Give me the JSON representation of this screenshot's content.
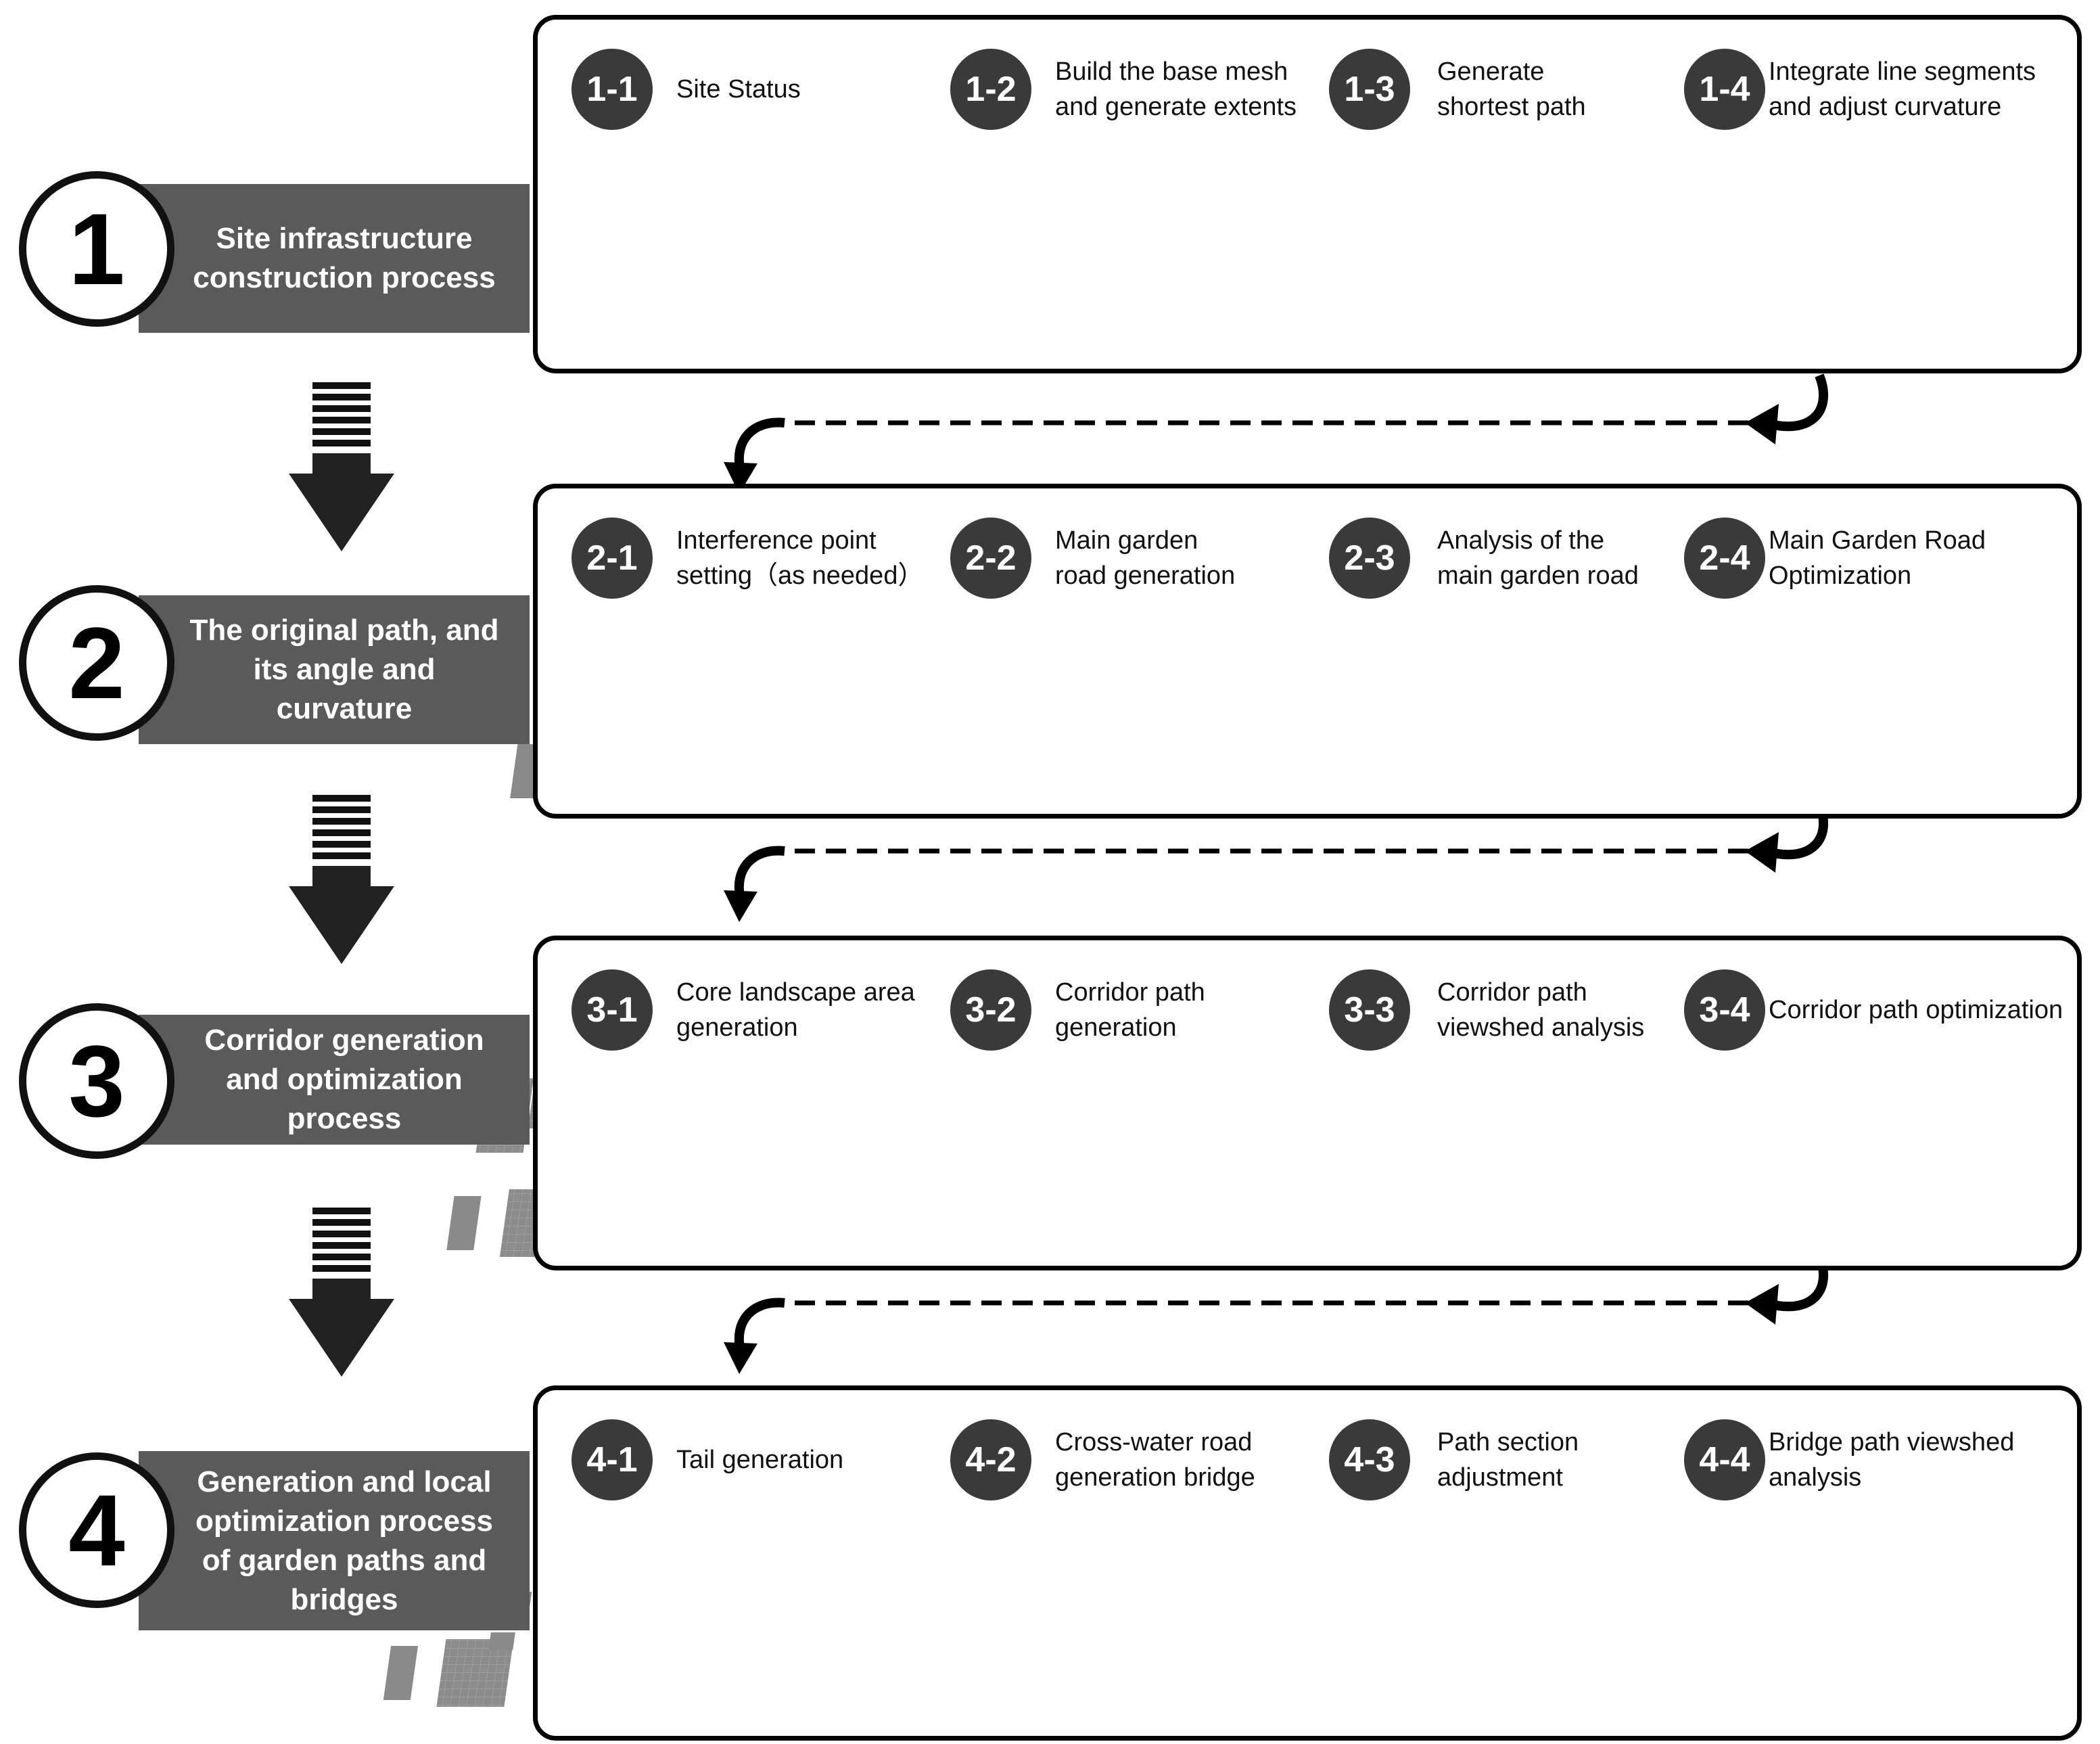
{
  "processes": [
    {
      "number": "1",
      "label_lines": [
        "Site infrastructure",
        "construction process"
      ],
      "steps": [
        {
          "code": "1-1",
          "lines": [
            "Site Status"
          ],
          "kind": "status"
        },
        {
          "code": "1-2",
          "lines": [
            "Build the base mesh",
            "and  generate extents"
          ],
          "kind": "mesh"
        },
        {
          "code": "1-3",
          "lines": [
            "Generate",
            "shortest path"
          ],
          "kind": "shortest"
        },
        {
          "code": "1-4",
          "lines": [
            "Integrate line segments",
            "and adjust curvature"
          ],
          "kind": "curvature"
        }
      ]
    },
    {
      "number": "2",
      "label_lines": [
        "The original path, and",
        "its angle and",
        "curvature"
      ],
      "steps": [
        {
          "code": "2-1",
          "lines": [
            "Interference point",
            "setting（as needed）"
          ],
          "kind": "interference"
        },
        {
          "code": "2-2",
          "lines": [
            "Main garden",
            "road generation"
          ],
          "kind": "mainroad"
        },
        {
          "code": "2-3",
          "lines": [
            "Analysis of the",
            "main garden road"
          ],
          "kind": "viewshed"
        },
        {
          "code": "2-4",
          "lines": [
            "Main Garden Road",
            "Optimization"
          ],
          "kind": "optim"
        }
      ]
    },
    {
      "number": "3",
      "label_lines": [
        "Corridor generation",
        "and optimization",
        "process"
      ],
      "steps": [
        {
          "code": "3-1",
          "lines": [
            "Core landscape area",
            "generation"
          ],
          "kind": "core"
        },
        {
          "code": "3-2",
          "lines": [
            "Corridor path",
            "generation"
          ],
          "kind": "corridor"
        },
        {
          "code": "3-3",
          "lines": [
            "Corridor path",
            "viewshed analysis"
          ],
          "kind": "corridorview"
        },
        {
          "code": "3-4",
          "lines": [
            "Corridor path optimization"
          ],
          "kind": "optim"
        }
      ]
    },
    {
      "number": "4",
      "label_lines": [
        "Generation and local",
        "optimization process",
        "of garden paths and",
        "bridges"
      ],
      "steps": [
        {
          "code": "4-1",
          "lines": [
            "Tail generation"
          ],
          "kind": "tail"
        },
        {
          "code": "4-2",
          "lines": [
            "Cross-water road",
            "generation bridge"
          ],
          "kind": "bridge"
        },
        {
          "code": "4-3",
          "lines": [
            "Path section",
            "adjustment"
          ],
          "kind": "section"
        },
        {
          "code": "4-4",
          "lines": [
            "Bridge path viewshed",
            "analysis"
          ],
          "kind": "bridgeview"
        }
      ]
    }
  ],
  "colors": {
    "process_label_bg": "#5a5a5a",
    "badge_bg": "#3a3a3a",
    "water": "#3ee0cf",
    "green_path": "#3d5a2a",
    "viewshed": "#f4a7a7",
    "yellow_path": "#f2c12e",
    "gray_block": "#8a8a8a"
  }
}
